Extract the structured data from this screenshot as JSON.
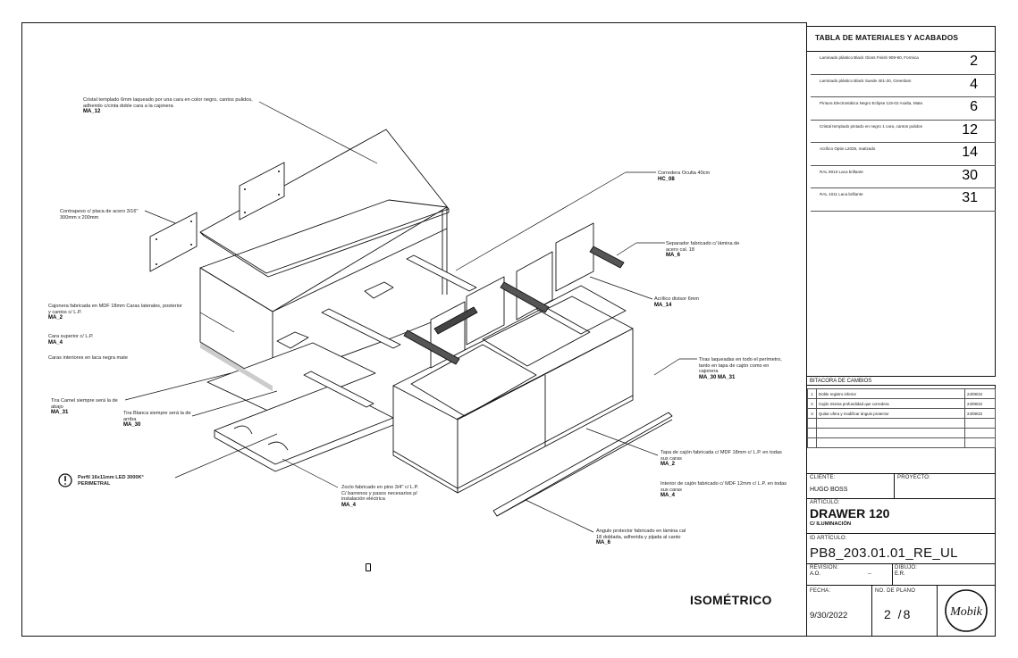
{
  "drawing": {
    "view_title": "ISOMÉTRICO",
    "annotations": [
      {
        "text": "Cristal templado 6mm laqueado por una cara en color negro, cantos pulidos, adherido c/cinta doble cara a la cajonera",
        "code": "MA_12"
      },
      {
        "text": "Contrapeso c/ placa de acero 3/16\" 300mm x 200mm",
        "code": ""
      },
      {
        "text": "Cajonera fabricada en MDF 18mm Caras laterales, posterior y cantos c/ L.P.",
        "code": "MA_2"
      },
      {
        "text": "Cara superior c/ L.P.",
        "code": "MA_4"
      },
      {
        "text": "Caras interiores en laca negra mate",
        "code": ""
      },
      {
        "text": "Tira Camel siempre será la de abajo",
        "code": "MA_31"
      },
      {
        "text": "Tira Blanca siempre será la de arriba",
        "code": "MA_30"
      },
      {
        "text": "Perfil 16x11mm LED 3000K° PERIMETRAL",
        "code": ""
      },
      {
        "text": "Zoclo fabricado en pino 3/4\" c/ L.P. C/ barrenos y pasos necesarios p/ instalación eléctrica",
        "code": "MA_4"
      },
      {
        "text": "Corredera Oculta 40cm",
        "code": "HC_08"
      },
      {
        "text": "Separador fabricado c/ lámina de acero cal. 18",
        "code": "MA_6"
      },
      {
        "text": "Acrílico divisor 6mm",
        "code": "MA_14"
      },
      {
        "text": "Tiras laqueadas en todo el perímetro, tanto en tapa de cajón como en cajonera",
        "code": "MA_30 MA_31"
      },
      {
        "text": "Tapa de cajón fabricada c/ MDF 18mm c/ L.P. en todas sus caras",
        "code": "MA_2"
      },
      {
        "text": "Interior de cajón fabricado c/ MDF 12mm c/ L.P. en todas sus caras",
        "code": "MA_4"
      },
      {
        "text": "Angulo protector fabricado en lámina cal 18 doblada, adherida y pijada al canto",
        "code": "MA_6"
      }
    ]
  },
  "materials": {
    "title": "TABLA DE MATERIALES Y ACABADOS",
    "rows": [
      {
        "desc": "Laminado plástico Black Gloss Finish 909-90, Formica",
        "code": "2"
      },
      {
        "desc": "Laminado plástico Black Suede 401-20, Greenlam",
        "code": "4"
      },
      {
        "desc": "Pintura Electrostática Negro Eclipse 115-02 Axalta, Mate.",
        "code": "6"
      },
      {
        "desc": "Cristal templado pintado en negro 1 cara, cantos pulidos",
        "code": "12"
      },
      {
        "desc": "Acrílico Optix L2025, matizado",
        "code": "14"
      },
      {
        "desc": "RAL 9010 Laca brillante",
        "code": "30"
      },
      {
        "desc": "RAL 1011 Laca brillante",
        "code": "31"
      }
    ]
  },
  "changelog": {
    "title": "BITACORA DE CAMBIOS",
    "rows": [
      {
        "n": "1",
        "desc": "Doble registro inferior",
        "date": "24/09/22"
      },
      {
        "n": "2",
        "desc": "Cajón misma profundidad que corredera",
        "date": "24/09/22"
      },
      {
        "n": "3",
        "desc": "Quitar ufera y modificar ángulo protector",
        "date": "24/09/22"
      }
    ]
  },
  "titleblock": {
    "cliente_label": "CLIENTE:",
    "cliente": "HUGO BOSS",
    "proyecto_label": "PROYECTO:",
    "articulo_label": "ARTÍCULO:",
    "articulo": "DRAWER 120",
    "articulo_sub": "C/ ILUMINACIÓN",
    "id_label": "ID ARTÍCULO:",
    "id": "PB8_203.01.01_RE_UL",
    "revision_label": "REVISIÓN:",
    "revision": "A.O.",
    "revision_mark": "--",
    "dibujo_label": "DIBUJO:",
    "dibujo": "E.R.",
    "fecha_label": "FECHA:",
    "fecha": "9/30/2022",
    "plano_label": "NO. DE PLANO",
    "plano": "2 /8",
    "logo_text": "Mobik"
  }
}
